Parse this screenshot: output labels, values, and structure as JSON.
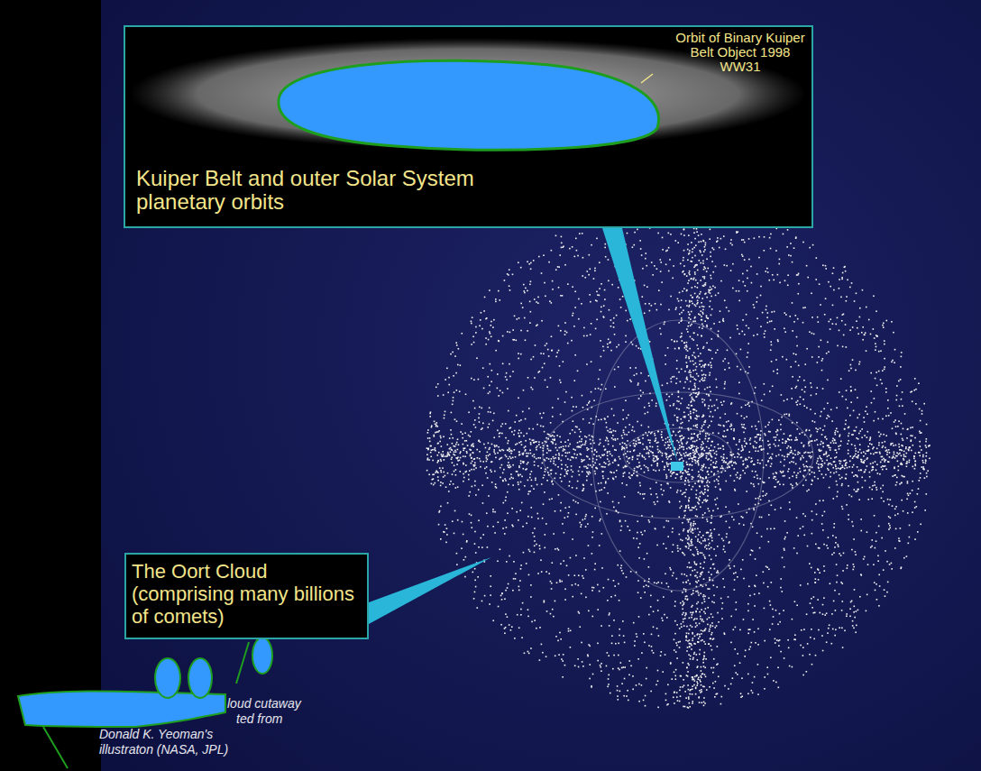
{
  "diagram": {
    "nodes": [
      {
        "text": [
          "Orbit of Binary Kuiper Belt Object 1998 WW31",
          "Kuiper Belt and outer Solar System planetary orbits"
        ]
      },
      {
        "text": [
          "The Oort Cloud (comprising many billions of comets)"
        ]
      }
    ],
    "labels": [
      "loud cutaway",
      "ted from",
      "Donald K. Yeoman's",
      "illustraton (NASA, JPL)"
    ]
  }
}
